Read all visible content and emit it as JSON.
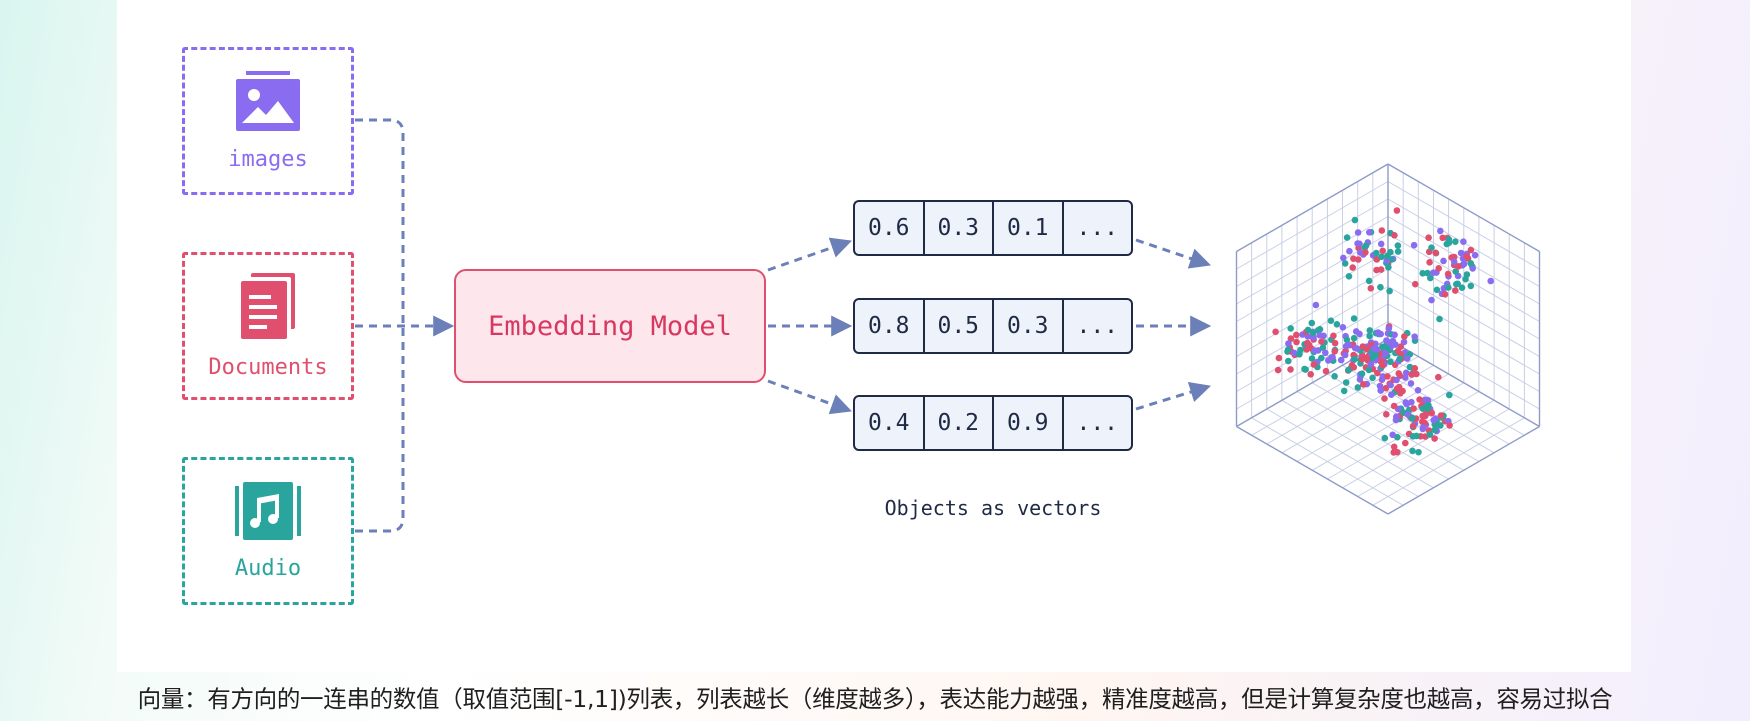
{
  "sources": [
    {
      "label": "images",
      "icon": "image-icon",
      "color": "#8a6cf0"
    },
    {
      "label": "Documents",
      "icon": "documents-icon",
      "color": "#e0506e"
    },
    {
      "label": "Audio",
      "icon": "audio-icon",
      "color": "#2aa59e"
    }
  ],
  "model": {
    "label": "Embedding Model"
  },
  "vectors": [
    [
      "0.6",
      "0.3",
      "0.1",
      "..."
    ],
    [
      "0.8",
      "0.5",
      "0.3",
      "..."
    ],
    [
      "0.4",
      "0.2",
      "0.9",
      "..."
    ]
  ],
  "vectors_label": "Objects as vectors",
  "caption": "向量：有方向的一连串的数值（取值范围[-1,1])列表，列表越长（维度越多），表达能力越强，精准度越高，但是计算复杂度也越高，容易过拟合",
  "colors": {
    "purple": "#8a6cf0",
    "pink": "#e0506e",
    "teal": "#2aa59e",
    "arrow": "#6b7fb8",
    "navy": "#1f2a44"
  }
}
